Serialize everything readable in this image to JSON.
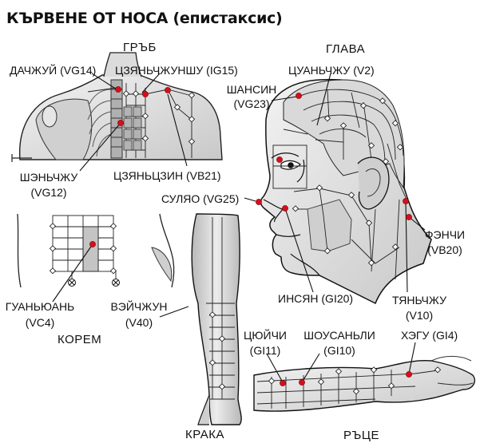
{
  "title": "КЪРВЕНЕ ОТ НОСА (епистаксис)",
  "sections": {
    "back": "ГРЪБ",
    "head": "ГЛАВА",
    "abdomen": "КОРЕМ",
    "legs": "КРАКА",
    "hands": "РЪЦЕ"
  },
  "points": {
    "vg14": "ДАЧЖУЙ (VG14)",
    "ig15": "ЦЗЯНЬЧЖУНШУ (IG15)",
    "vg23_name": "ШАНСИН",
    "vg23_code": "(VG23)",
    "v2": "ЦУАНЬЧЖУ (V2)",
    "vg12_name": "ШЭНЬЧЖУ",
    "vg12_code": "(VG12)",
    "vb21": "ЦЗЯНЬЦЗИН (VB21)",
    "vg25": "СУЛЯО (VG25)",
    "vb20_name": "ФЭНЧИ",
    "vb20_code": "(VB20)",
    "gi20": "ИНСЯН (GI20)",
    "v10_name": "ТЯНЬЧЖУ",
    "v10_code": "(V10)",
    "vc4_name": "ГУАНЬЮАНЬ",
    "vc4_code": "(VC4)",
    "v40_name": "ВЭЙЧЖУН",
    "v40_code": "(V40)",
    "gi11_name": "ЦЮЙЧИ",
    "gi11_code": "(GI11)",
    "gi10_name": "ШОУСАНЬЛИ",
    "gi10_code": "(GI10)",
    "gi4": "ХЭГУ (GI4)"
  },
  "colors": {
    "acupoint": "#d4101c",
    "ink": "#111111",
    "skin": "#e4e4e4",
    "shade": "#b9b9b9"
  }
}
